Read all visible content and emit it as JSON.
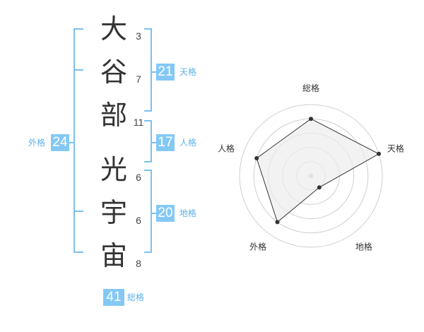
{
  "name_chars": [
    {
      "char": "大",
      "strokes": "3"
    },
    {
      "char": "谷",
      "strokes": "7"
    },
    {
      "char": "部",
      "strokes": "11"
    },
    {
      "char": "光",
      "strokes": "6"
    },
    {
      "char": "宇",
      "strokes": "6"
    },
    {
      "char": "宙",
      "strokes": "8"
    }
  ],
  "fortunes": {
    "tenkaku": {
      "value": "21",
      "label": "天格"
    },
    "jinkaku": {
      "value": "17",
      "label": "人格"
    },
    "chikaku": {
      "value": "20",
      "label": "地格"
    },
    "gaikaku": {
      "value": "24",
      "label": "外格"
    },
    "soukaku": {
      "value": "41",
      "label": "総格"
    }
  },
  "colors": {
    "badge": "#84c8f6",
    "bracket": "#7cc0ef",
    "label": "#5db2ea",
    "radar_fill": "#ececec",
    "radar_line": "#333333"
  },
  "chart_data": {
    "type": "radar",
    "axes": [
      "総格",
      "天格",
      "地格",
      "外格",
      "人格"
    ],
    "values": [
      4,
      5,
      1,
      4,
      4
    ],
    "range": [
      0,
      5
    ],
    "grid": true
  }
}
